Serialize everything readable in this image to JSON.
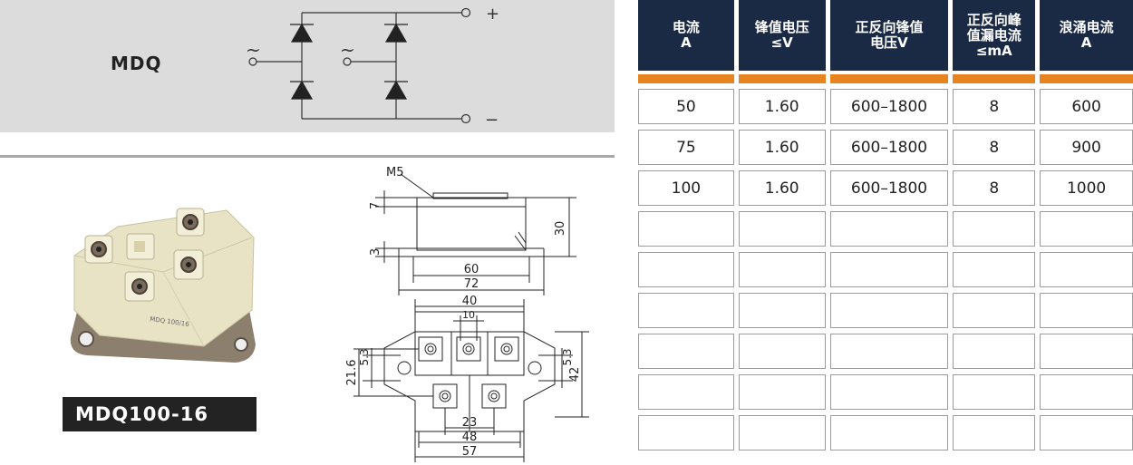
{
  "schematic": {
    "model": "MDQ",
    "ac_symbol": "~",
    "plus_symbol": "+",
    "minus_symbol": "−"
  },
  "product": {
    "part_number": "MDQ100-16",
    "module_mark": "MDQ 100/16"
  },
  "drawing": {
    "labels": {
      "m5": "M5",
      "d7": "7",
      "d3": "3",
      "d30": "30",
      "d60": "60",
      "d72": "72",
      "d40": "40",
      "d10": "10",
      "d5_3_left": "5.3",
      "d5_3_right": "5.3",
      "d21_6": "21.6",
      "d42": "42",
      "d23": "23",
      "d48": "48",
      "d57": "57"
    }
  },
  "table": {
    "headers": [
      [
        "电流",
        "A"
      ],
      [
        "锋值电压",
        "≤V"
      ],
      [
        "正反向锋值",
        "电压V"
      ],
      [
        "正反向峰",
        "值漏电流",
        "≤mA"
      ],
      [
        "浪涌电流",
        "A"
      ]
    ],
    "rows": [
      [
        "50",
        "1.60",
        "600–1800",
        "8",
        "600"
      ],
      [
        "75",
        "1.60",
        "600–1800",
        "8",
        "900"
      ],
      [
        "100",
        "1.60",
        "600–1800",
        "8",
        "1000"
      ],
      [
        "",
        "",
        "",
        "",
        ""
      ],
      [
        "",
        "",
        "",
        "",
        ""
      ],
      [
        "",
        "",
        "",
        "",
        ""
      ],
      [
        "",
        "",
        "",
        "",
        ""
      ],
      [
        "",
        "",
        "",
        "",
        ""
      ],
      [
        "",
        "",
        "",
        "",
        ""
      ]
    ]
  },
  "colors": {
    "header_bg": "#1b2a44",
    "accent_bar": "#e8841f",
    "panel_bg": "#dcdcdc"
  }
}
